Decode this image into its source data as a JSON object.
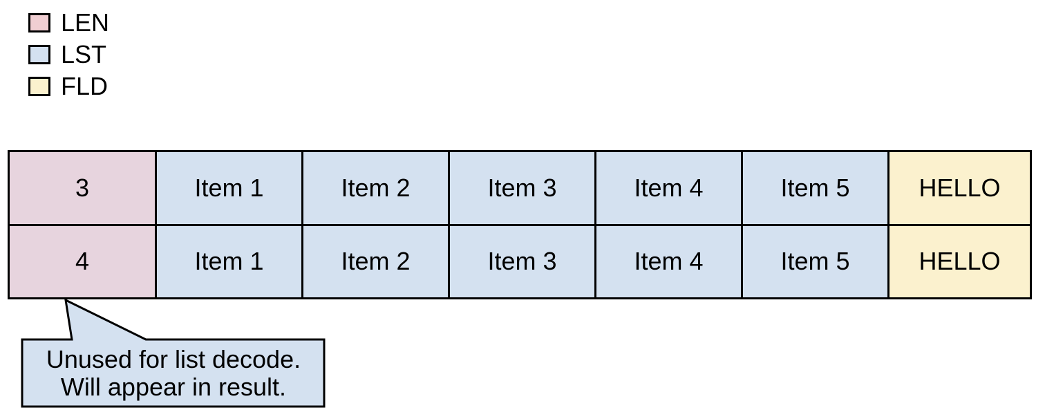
{
  "legend": {
    "items": [
      {
        "label": "LEN",
        "color": "#f0ced2"
      },
      {
        "label": "LST",
        "color": "#d4e1f0"
      },
      {
        "label": "FLD",
        "color": "#fbf1ce"
      }
    ]
  },
  "table": {
    "rows": [
      {
        "cells": [
          {
            "text": "3",
            "type": "LEN"
          },
          {
            "text": "Item 1",
            "type": "LST"
          },
          {
            "text": "Item 2",
            "type": "LST"
          },
          {
            "text": "Item 3",
            "type": "LST"
          },
          {
            "text": "Item 4",
            "type": "LST"
          },
          {
            "text": "Item 5",
            "type": "LST"
          },
          {
            "text": "HELLO",
            "type": "FLD"
          }
        ]
      },
      {
        "cells": [
          {
            "text": "4",
            "type": "LEN"
          },
          {
            "text": "Item 1",
            "type": "LST"
          },
          {
            "text": "Item 2",
            "type": "LST"
          },
          {
            "text": "Item 3",
            "type": "LST"
          },
          {
            "text": "Item 4",
            "type": "LST"
          },
          {
            "text": "Item 5",
            "type": "LST"
          },
          {
            "text": "HELLO",
            "type": "FLD"
          }
        ]
      }
    ]
  },
  "callout": {
    "line1": "Unused for list decode.",
    "line2": "Will appear in result."
  },
  "colors": {
    "background": "#ffffff",
    "stroke": "#000000",
    "len_legend": "#f0ced2",
    "len_cell": "#e7d4de",
    "lst": "#d4e1f0",
    "fld": "#fbf1ce",
    "callout_fill": "#d4e1f0"
  }
}
